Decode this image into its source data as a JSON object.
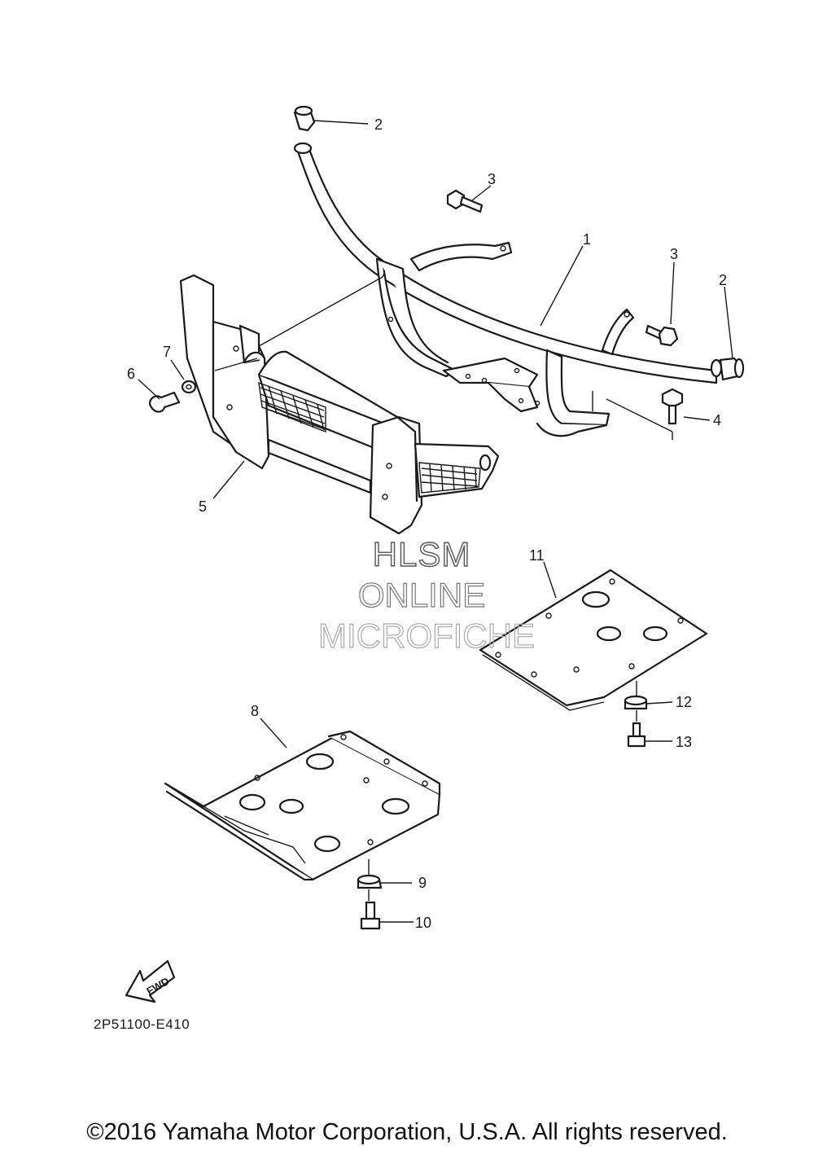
{
  "diagram": {
    "callouts": [
      {
        "id": "callout-1",
        "label": "1"
      },
      {
        "id": "callout-2a",
        "label": "2"
      },
      {
        "id": "callout-2b",
        "label": "2"
      },
      {
        "id": "callout-3a",
        "label": "3"
      },
      {
        "id": "callout-3b",
        "label": "3"
      },
      {
        "id": "callout-4",
        "label": "4"
      },
      {
        "id": "callout-5",
        "label": "5"
      },
      {
        "id": "callout-6",
        "label": "6"
      },
      {
        "id": "callout-7",
        "label": "7"
      },
      {
        "id": "callout-8",
        "label": "8"
      },
      {
        "id": "callout-9",
        "label": "9"
      },
      {
        "id": "callout-10",
        "label": "10"
      },
      {
        "id": "callout-11",
        "label": "11"
      },
      {
        "id": "callout-12",
        "label": "12"
      },
      {
        "id": "callout-13",
        "label": "13"
      }
    ],
    "watermark": {
      "line1": "HLSM",
      "line2": "ONLINE",
      "line3": "MICROFICHE"
    },
    "fwd_label": "FWD",
    "diagram_code": "2P51100-E410"
  },
  "footer": {
    "copyright": "©2016 Yamaha Motor Corporation, U.S.A. All rights reserved."
  }
}
